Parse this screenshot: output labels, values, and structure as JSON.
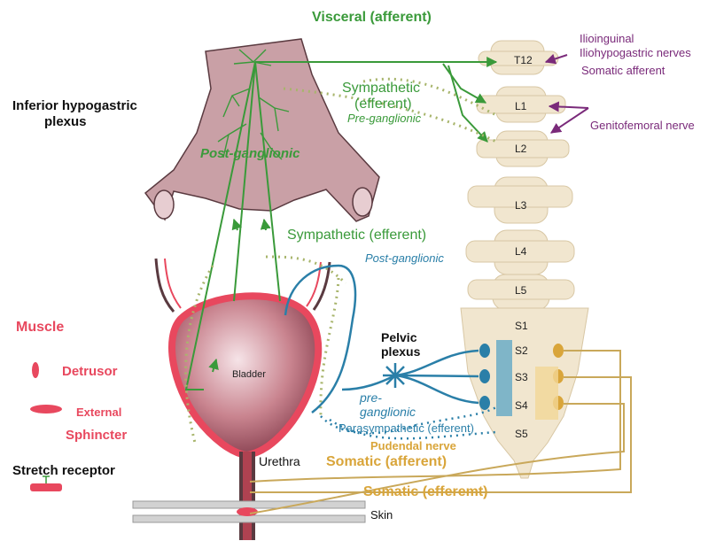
{
  "labels": {
    "visceral_afferent": "Visceral (afferent)",
    "inferior_hypogastric_line1": "Inferior hypogastric",
    "inferior_hypogastric_line2": "plexus",
    "sympathetic_efferent_top_line1": "Sympathetic",
    "sympathetic_efferent_top_line2": "(efferent)",
    "pre_ganglionic_top": "Pre-ganglionic",
    "post_ganglionic_green": "Post-ganglionic",
    "sympathetic_efferent_mid": "Sympathetic (efferent)",
    "post_ganglionic_blue": "Post-ganglionic",
    "pelvic_plexus_line1": "Pelvic",
    "pelvic_plexus_line2": "plexus",
    "pre_ganglionic_blue_line1": "pre-",
    "pre_ganglionic_blue_line2": "ganglionic",
    "parasympathetic_efferent": "Parasympathetic (efferent)",
    "pudendal_nerve": "Pudendal nerve",
    "somatic_afferent": "Somatic (afferent)",
    "somatic_efferent": "Somatic (efferemt)",
    "urethra": "Urethra",
    "skin": "Skin",
    "bladder": "Bladder",
    "ilioinguinal": "Ilioinguinal",
    "iliohypogastric": "Iliohypogastric nerves",
    "somatic_afferent_purple": "Somatic afferent",
    "genitofemoral": "Genitofemoral nerve"
  },
  "vertebrae": [
    "T12",
    "L1",
    "L2",
    "L3",
    "L4",
    "L5",
    "S1",
    "S2",
    "S3",
    "S4",
    "S5"
  ],
  "legend": {
    "muscle": "Muscle",
    "detrusor": "Detrusor",
    "external": "External",
    "sphincter": "Sphincter",
    "stretch_receptor": "Stretch receptor"
  },
  "colors": {
    "green": "#3a9a3a",
    "blue": "#2a7fa8",
    "purple": "#7a2a7a",
    "gold": "#d9a53a",
    "pink": "#e8485e",
    "plexus": "#c9a0a6",
    "spine": "#f1e6cf"
  }
}
